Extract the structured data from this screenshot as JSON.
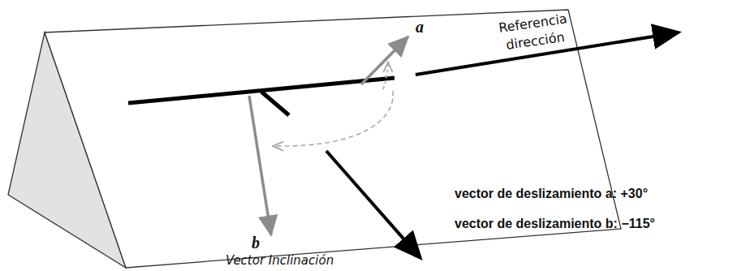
{
  "diagram": {
    "labels": [
      "a",
      "Referencia dirección",
      "b",
      "Vector Inclinación",
      "vector de deslizamiento a: +30°",
      "vector de deslizamiento b: −115°"
    ]
  }
}
